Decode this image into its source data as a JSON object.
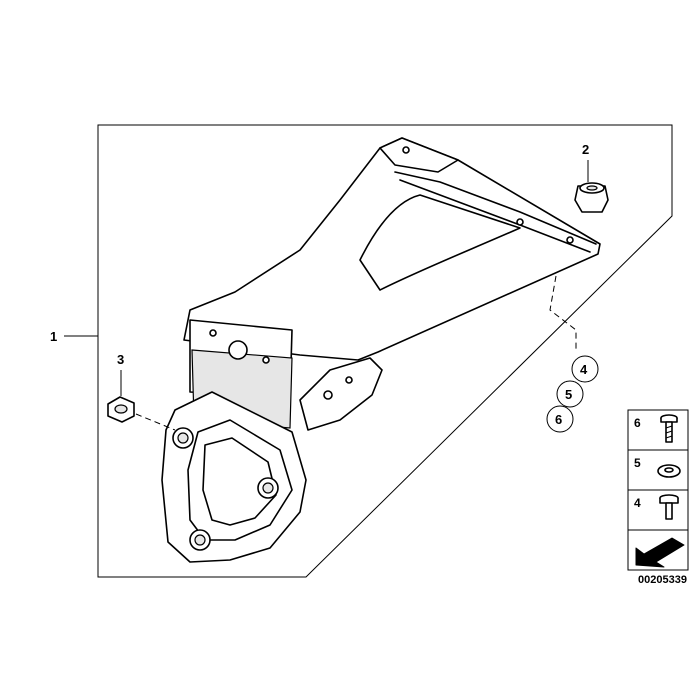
{
  "callouts": {
    "part_1": "1",
    "part_2": "2",
    "part_3": "3",
    "part_4": "4",
    "part_5": "5",
    "part_6": "6"
  },
  "legend": {
    "rows": [
      {
        "number": "6",
        "icon": "screw-icon"
      },
      {
        "number": "5",
        "icon": "washer-icon"
      },
      {
        "number": "4",
        "icon": "bolt-icon"
      }
    ],
    "arrow_icon": "direction-arrow-icon"
  },
  "diagram_id": "00205339"
}
